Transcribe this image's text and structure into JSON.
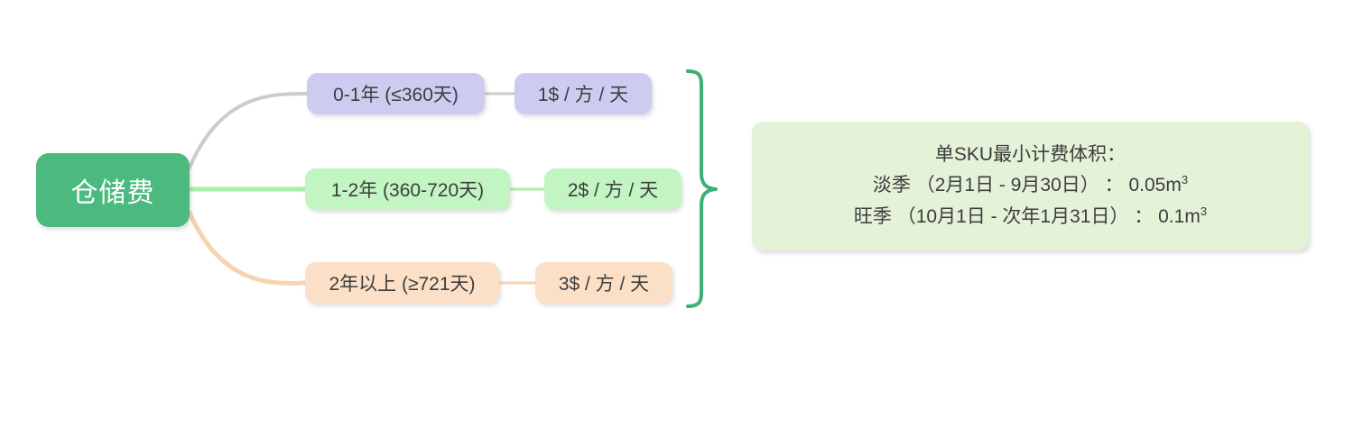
{
  "diagram": {
    "type": "mindmap",
    "root": {
      "label": "仓储费",
      "color": "#4cba7f"
    },
    "branches": [
      {
        "id": "r1",
        "label": "0-1年 (≤360天)",
        "value": "1$ / 方 / 天",
        "color": "#ccccf0",
        "edge_color": "#cccccc"
      },
      {
        "id": "r2",
        "label": "1-2年 (360-720天)",
        "value": "2$ / 方 / 天",
        "color": "#c2f5c2",
        "edge_color": "#a8eda8"
      },
      {
        "id": "r3",
        "label": "2年以上 (≥721天)",
        "value": "3$ / 方 / 天",
        "color": "#fbe0c7",
        "edge_color": "#f7d3b0"
      }
    ],
    "brace": {
      "color": "#3bb273",
      "orientation": "right-pointing"
    },
    "note": {
      "color": "#e4f2d8",
      "title": "单SKU最小计费体积：",
      "lines": [
        {
          "season": "淡季",
          "range": "（2月1日 - 9月30日）",
          "separator": "：",
          "volume": "0.05",
          "unit": "m",
          "exponent": "3"
        },
        {
          "season": "旺季",
          "range": "（10月1日 - 次年1月31日）",
          "separator": "：",
          "volume": "0.1",
          "unit": "m",
          "exponent": "3"
        }
      ]
    }
  }
}
